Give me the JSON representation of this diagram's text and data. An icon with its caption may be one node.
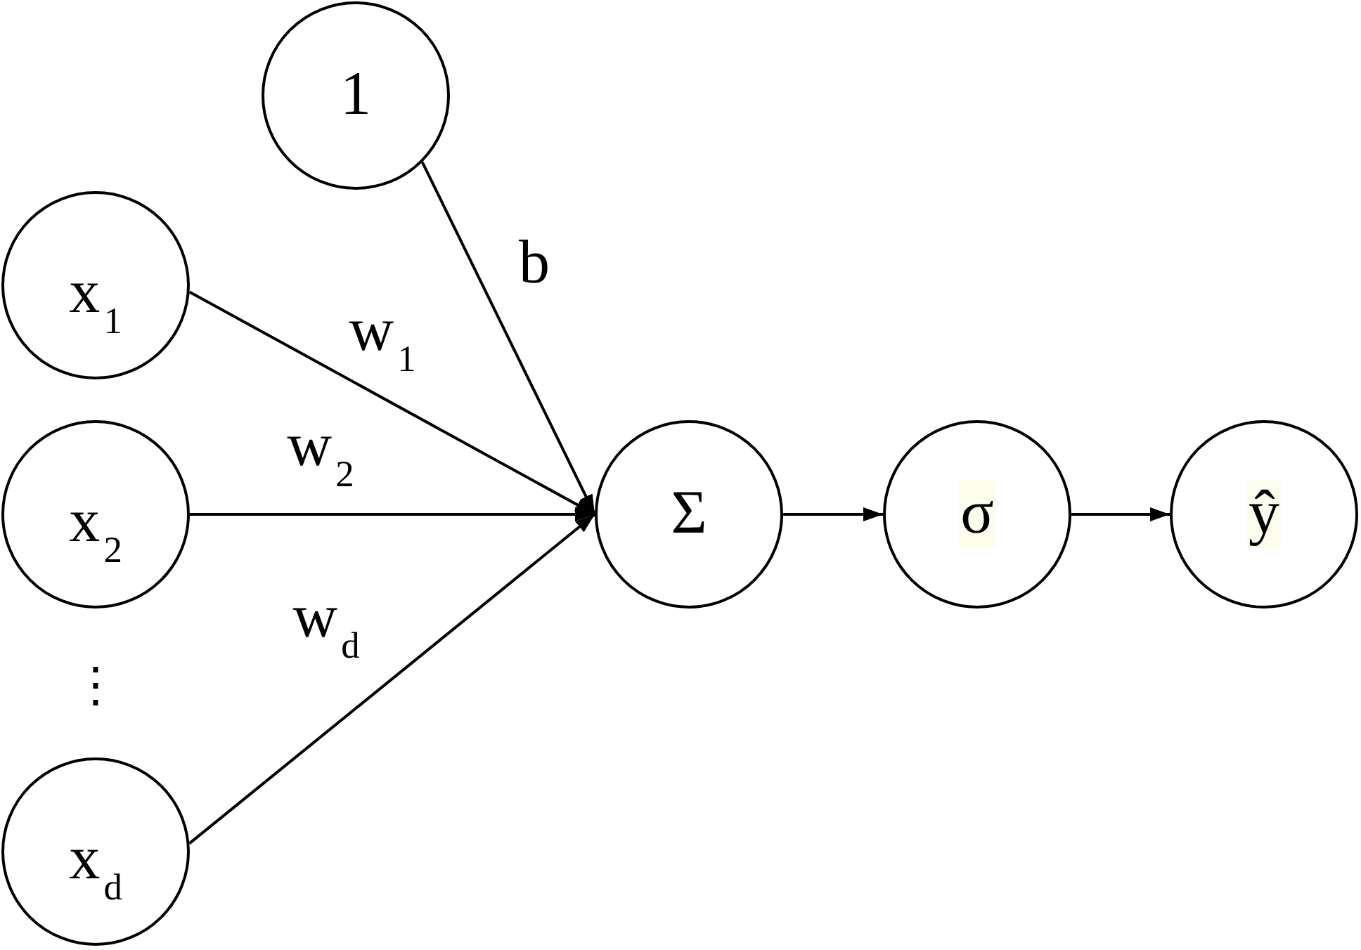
{
  "diagram": {
    "nodes": [
      {
        "text": [
          "1"
        ]
      },
      {
        "text": [
          "x$_{1}$"
        ]
      },
      {
        "text": [
          "x$_{2}$"
        ]
      },
      {
        "text": [
          "x$_{d}$"
        ]
      },
      {
        "text": [
          "Σ"
        ]
      },
      {
        "text": [
          "σ"
        ]
      },
      {
        "text": [
          "ŷ"
        ]
      }
    ],
    "edges": [
      {
        "from": 0,
        "to": 4,
        "arrow": "to",
        "label": "b"
      },
      {
        "from": 1,
        "to": 4,
        "arrow": "to",
        "label": "w$_{1}$"
      },
      {
        "from": 2,
        "to": 4,
        "arrow": "to",
        "label": "w$_{2}$"
      },
      {
        "from": 3,
        "to": 4,
        "arrow": "to",
        "label": "w$_{d}$"
      },
      {
        "from": 4,
        "to": 5,
        "arrow": "to"
      },
      {
        "from": 5,
        "to": 6,
        "arrow": "to"
      }
    ],
    "labels": [
      "⋮"
    ]
  }
}
